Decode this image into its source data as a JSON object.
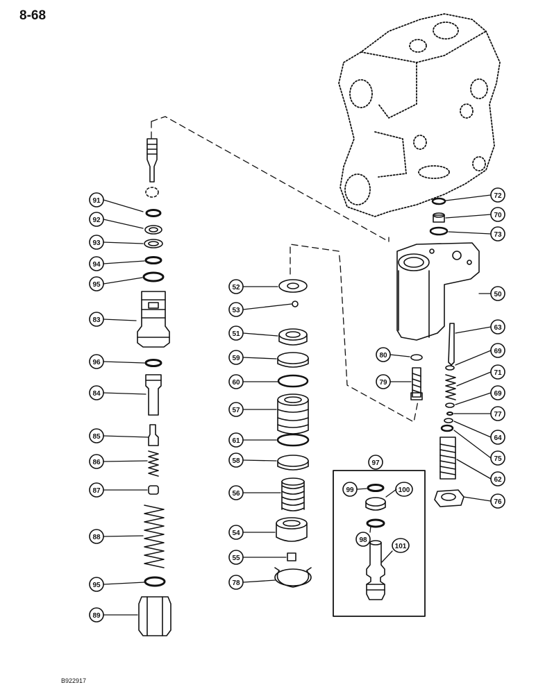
{
  "page": {
    "number": "8-68",
    "figure_code": "B922917"
  },
  "kit_label": "97",
  "callouts": [
    {
      "id": "c91",
      "label": "91"
    },
    {
      "id": "c92",
      "label": "92"
    },
    {
      "id": "c93",
      "label": "93"
    },
    {
      "id": "c94",
      "label": "94"
    },
    {
      "id": "c95a",
      "label": "95"
    },
    {
      "id": "c83",
      "label": "83"
    },
    {
      "id": "c96",
      "label": "96"
    },
    {
      "id": "c84",
      "label": "84"
    },
    {
      "id": "c85",
      "label": "85"
    },
    {
      "id": "c86",
      "label": "86"
    },
    {
      "id": "c87",
      "label": "87"
    },
    {
      "id": "c88",
      "label": "88"
    },
    {
      "id": "c95b",
      "label": "95"
    },
    {
      "id": "c89",
      "label": "89"
    },
    {
      "id": "c52",
      "label": "52"
    },
    {
      "id": "c53",
      "label": "53"
    },
    {
      "id": "c51",
      "label": "51"
    },
    {
      "id": "c59",
      "label": "59"
    },
    {
      "id": "c60",
      "label": "60"
    },
    {
      "id": "c57",
      "label": "57"
    },
    {
      "id": "c61",
      "label": "61"
    },
    {
      "id": "c58",
      "label": "58"
    },
    {
      "id": "c56",
      "label": "56"
    },
    {
      "id": "c54",
      "label": "54"
    },
    {
      "id": "c55",
      "label": "55"
    },
    {
      "id": "c78",
      "label": "78"
    },
    {
      "id": "c72",
      "label": "72"
    },
    {
      "id": "c70",
      "label": "70"
    },
    {
      "id": "c73",
      "label": "73"
    },
    {
      "id": "c50",
      "label": "50"
    },
    {
      "id": "c63",
      "label": "63"
    },
    {
      "id": "c69a",
      "label": "69"
    },
    {
      "id": "c71",
      "label": "71"
    },
    {
      "id": "c69b",
      "label": "69"
    },
    {
      "id": "c77",
      "label": "77"
    },
    {
      "id": "c64",
      "label": "64"
    },
    {
      "id": "c75",
      "label": "75"
    },
    {
      "id": "c62",
      "label": "62"
    },
    {
      "id": "c76",
      "label": "76"
    },
    {
      "id": "c80",
      "label": "80"
    },
    {
      "id": "c79",
      "label": "79"
    },
    {
      "id": "c99",
      "label": "99"
    },
    {
      "id": "c100",
      "label": "100"
    },
    {
      "id": "c98",
      "label": "98"
    },
    {
      "id": "c101",
      "label": "101"
    }
  ]
}
